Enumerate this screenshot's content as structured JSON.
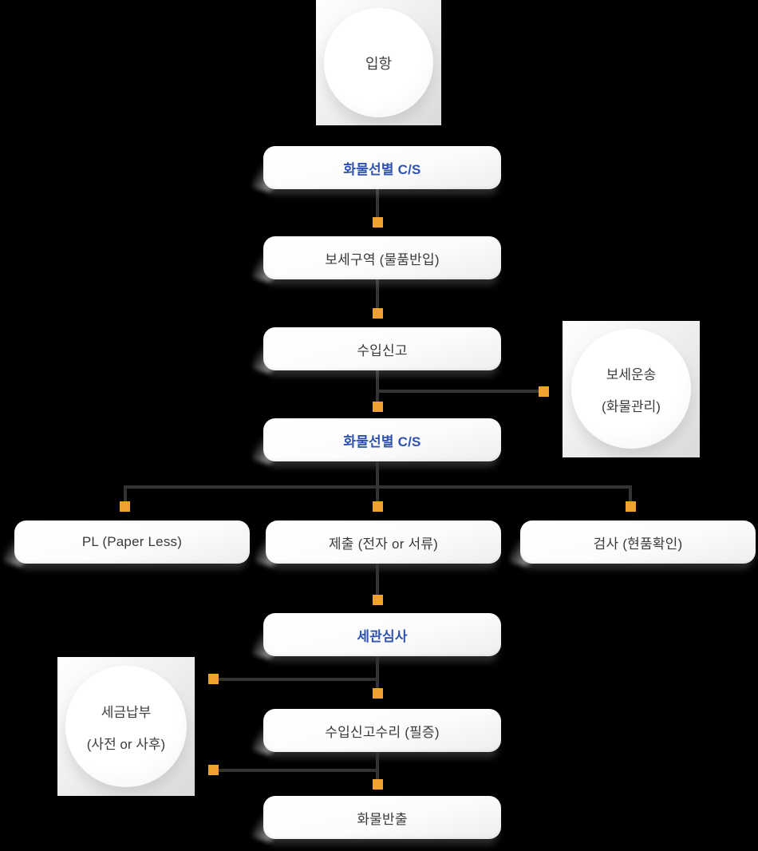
{
  "background": "#000000",
  "accent_color": "#2f52ae",
  "marker_color": "#f0a231",
  "connector_color": "#333333",
  "nodes": {
    "arrival": {
      "shape": "circle",
      "label": "입항"
    },
    "cargo_cs_1": {
      "shape": "box",
      "label": "화물선별 C/S",
      "accent": true
    },
    "bonded_area": {
      "shape": "box",
      "label": "보세구역 (물품반입)"
    },
    "import_declaration": {
      "shape": "box",
      "label": "수입신고"
    },
    "bonded_transport": {
      "shape": "circle",
      "line1": "보세운송",
      "line2": "(화물관리)"
    },
    "cargo_cs_2": {
      "shape": "box",
      "label": "화물선별 C/S",
      "accent": true
    },
    "pl": {
      "shape": "box",
      "label": "PL (Paper Less)"
    },
    "submission": {
      "shape": "box",
      "label": "제출 (전자 or 서류)"
    },
    "inspection": {
      "shape": "box",
      "label": "검사 (현품확인)"
    },
    "customs_review": {
      "shape": "box",
      "label": "세관심사",
      "accent": true
    },
    "tax_payment": {
      "shape": "circle",
      "line1": "세금납부",
      "line2": "(사전 or 사후)"
    },
    "declaration_acceptance": {
      "shape": "box",
      "label": "수입신고수리 (필증)"
    },
    "cargo_release": {
      "shape": "box",
      "label": "화물반출"
    }
  }
}
